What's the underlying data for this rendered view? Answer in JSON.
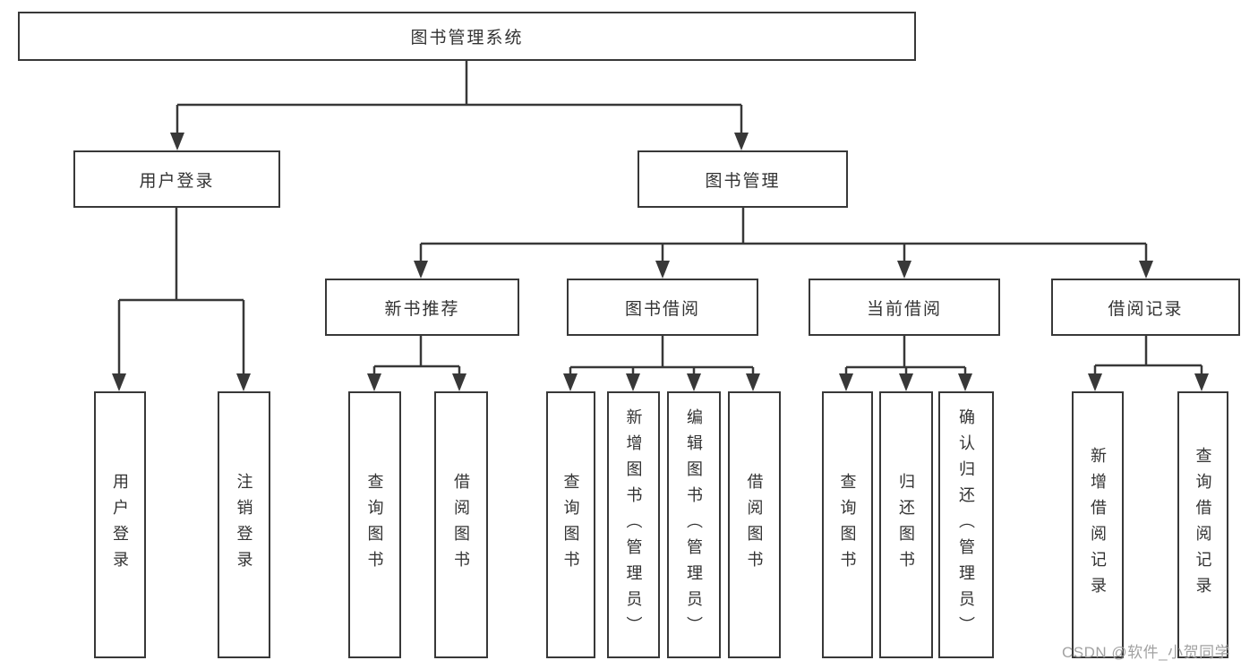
{
  "diagram": {
    "type": "hierarchy-tree",
    "title": "图书管理系统",
    "colors": {
      "background": "#ffffff",
      "box_border": "#383838",
      "connector_line": "#383838",
      "text": "#333333",
      "watermark_text": "#a2a2a2"
    },
    "tree": {
      "root": {
        "label": "图书管理系统"
      },
      "children": [
        {
          "label": "用户登录",
          "children": [
            {
              "label": "用户登录"
            },
            {
              "label": "注销登录"
            }
          ]
        },
        {
          "label": "图书管理",
          "children": [
            {
              "label": "新书推荐",
              "children": [
                {
                  "label": "查询图书"
                },
                {
                  "label": "借阅图书"
                }
              ]
            },
            {
              "label": "图书借阅",
              "children": [
                {
                  "label": "查询图书"
                },
                {
                  "label": "新增图书（管理员）"
                },
                {
                  "label": "编辑图书（管理员）"
                },
                {
                  "label": "借阅图书"
                }
              ]
            },
            {
              "label": "当前借阅",
              "children": [
                {
                  "label": "查询图书"
                },
                {
                  "label": "归还图书"
                },
                {
                  "label": "确认归还（管理员）"
                }
              ]
            },
            {
              "label": "借阅记录",
              "children": [
                {
                  "label": "新增借阅记录"
                },
                {
                  "label": "查询借阅记录"
                }
              ]
            }
          ]
        }
      ]
    },
    "watermark": "CSDN @软件_小贺同学"
  }
}
